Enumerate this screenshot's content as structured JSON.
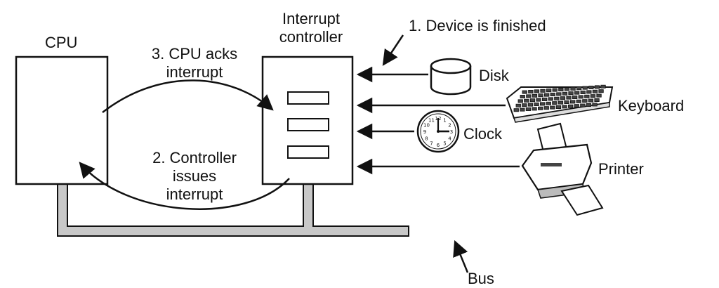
{
  "labels": {
    "cpu": "CPU",
    "controller_line1": "Interrupt",
    "controller_line2": "controller",
    "step1": "1. Device is finished",
    "step2_line1": "2. Controller",
    "step2_line2": "issues",
    "step2_line3": "interrupt",
    "step3_line1": "3. CPU acks",
    "step3_line2": "interrupt",
    "disk": "Disk",
    "keyboard": "Keyboard",
    "clock": "Clock",
    "printer": "Printer",
    "bus": "Bus"
  },
  "clock_numbers": [
    "12",
    "1",
    "2",
    "3",
    "4",
    "5",
    "6",
    "7",
    "8",
    "9",
    "10",
    "11"
  ],
  "colors": {
    "stroke": "#111111",
    "bus_fill": "#c8c8c8",
    "background": "#ffffff"
  }
}
